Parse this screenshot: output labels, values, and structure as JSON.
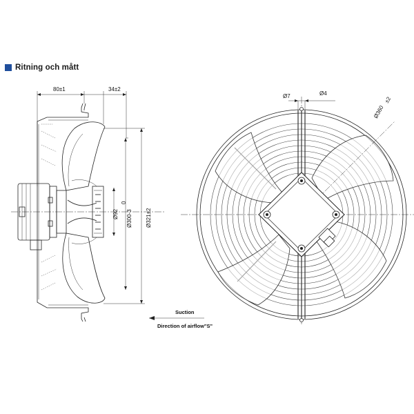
{
  "heading": {
    "title": "Ritning och mått",
    "marker_color": "#1f4e9c"
  },
  "side_view": {
    "dim_depth": "80±1",
    "dim_blade": "34±2",
    "dim_hub": "Ø92",
    "dim_inner": "Ø300-3",
    "dim_inner_tol": "0",
    "dim_outer": "Ø321±2",
    "suction_label": "Suction",
    "airflow_label": "Direction of airflow\"S\""
  },
  "front_view": {
    "dim_hole": "Ø7",
    "dim_slot": "Ø4",
    "dim_bolt_circle": "Ø360",
    "dim_bolt_circle_tol": "±2"
  }
}
